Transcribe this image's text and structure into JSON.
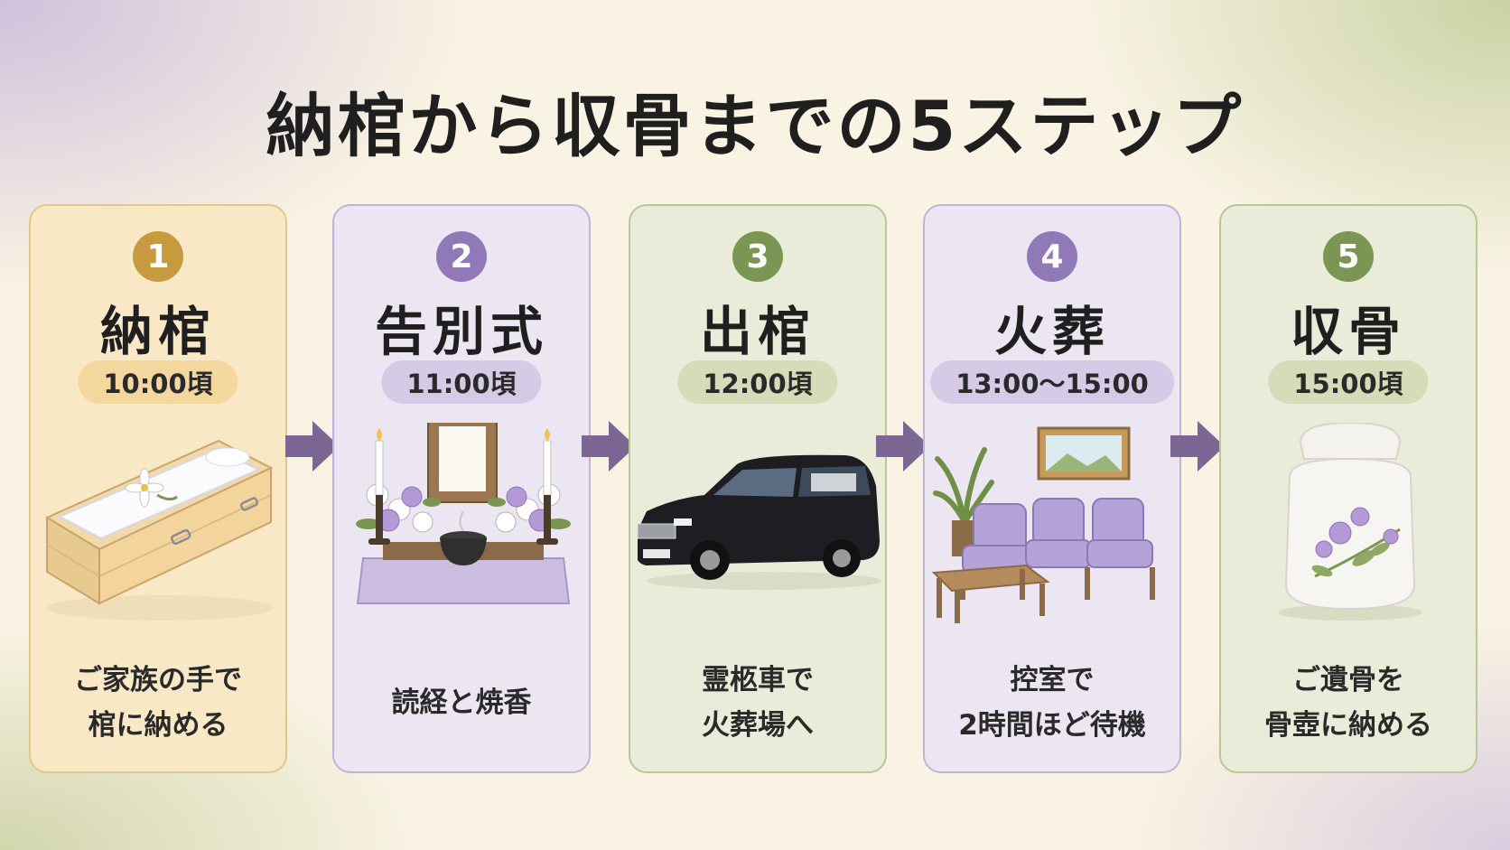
{
  "title": "納棺から収骨までの5ステップ",
  "steps": [
    {
      "number": "1",
      "name": "納棺",
      "time": "10:00頃",
      "desc_line1": "ご家族の手で",
      "desc_line2": "棺に納める",
      "theme": "#c79a3f",
      "icon": "coffin-icon"
    },
    {
      "number": "2",
      "name": "告別式",
      "time": "11:00頃",
      "desc_line1": "読経と焼香",
      "desc_line2": "",
      "theme": "#8f79b7",
      "icon": "altar-icon"
    },
    {
      "number": "3",
      "name": "出棺",
      "time": "12:00頃",
      "desc_line1": "霊柩車で",
      "desc_line2": "火葬場へ",
      "theme": "#7b9652",
      "icon": "hearse-icon"
    },
    {
      "number": "4",
      "name": "火葬",
      "time": "13:00〜15:00",
      "desc_line1": "控室で",
      "desc_line2": "2時間ほど待機",
      "theme": "#8f79b7",
      "icon": "waiting-room-icon"
    },
    {
      "number": "5",
      "name": "収骨",
      "time": "15:00頃",
      "desc_line1": "ご遺骨を",
      "desc_line2": "骨壺に納める",
      "theme": "#7b9652",
      "icon": "urn-icon"
    }
  ],
  "arrow_color": "#7b6694"
}
